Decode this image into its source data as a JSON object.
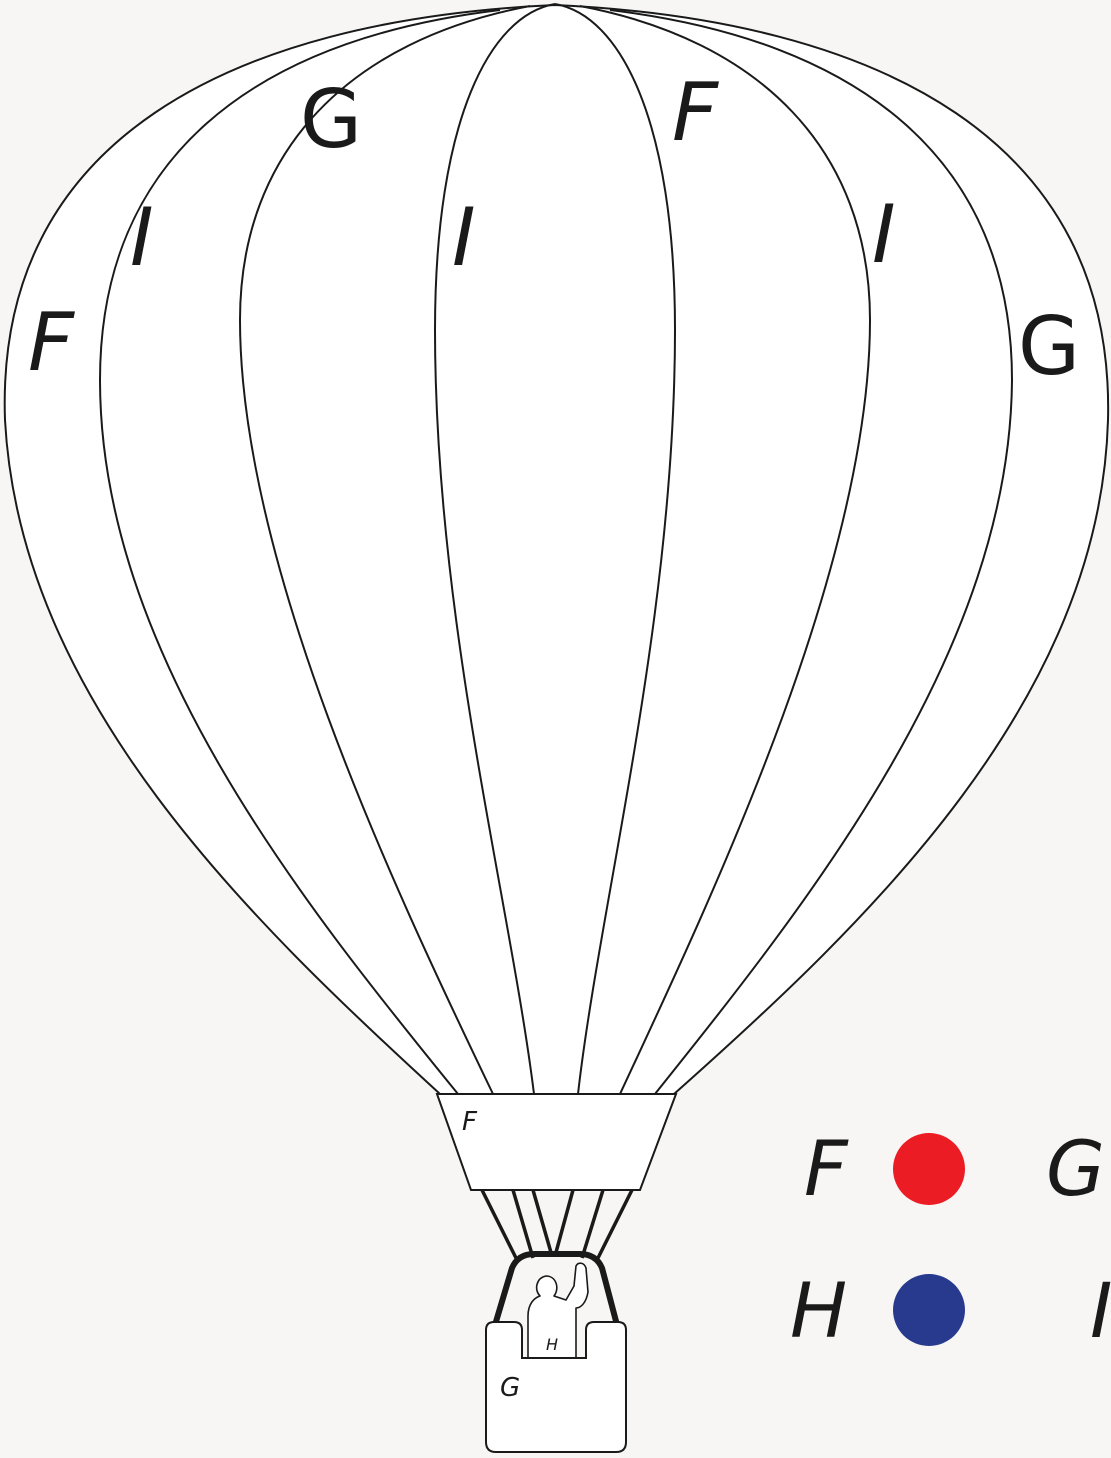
{
  "envelope_labels": {
    "panel_1": "F",
    "panel_2": "I",
    "panel_3": "G",
    "panel_4": "I",
    "panel_5": "F",
    "panel_6": "I",
    "panel_7": "G"
  },
  "skirt_label": "F",
  "pilot_label": "H",
  "basket_label": "G",
  "legend": {
    "rows": [
      {
        "left": "F",
        "color": "#ec1c24",
        "right": "G"
      },
      {
        "left": "H",
        "color": "#283a8e",
        "right": "I"
      }
    ]
  }
}
